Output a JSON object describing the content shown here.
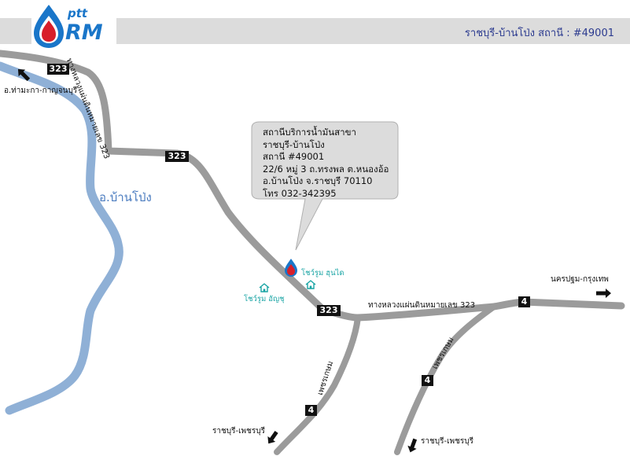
{
  "brand": {
    "logo_small": "ptt",
    "logo_large": "RM",
    "logo_color": "#1a76c9",
    "drop_color": "#d81e2a"
  },
  "header": {
    "station_title": "ราชบุรี-บ้านโป่ง สถานี : #49001"
  },
  "callout": {
    "line1": "สถานีบริการน้ำมันสาขา",
    "line2": "ราชบุรี-บ้านโป่ง",
    "line3": "สถานี #49001",
    "line4": "22/6 หมู่ 3  ถ.ทรงพล ต.หนองอ้อ",
    "line5": "อ.บ้านโป่ง  จ.ราชบุรี 70110",
    "line6": "โทร 032-342395"
  },
  "places": {
    "district": "อ.บ้านโป่ง",
    "tha_maka": "อ.ท่ามะกา-กาญจนบุรี",
    "nakhon_pathom": "นครปฐม-กรุงเทพ",
    "ratchaburi_1": "ราชบุรี-เพชรบุรี",
    "ratchaburi_2": "ราชบุรี-เพชรบุรี",
    "showroom_1": "โชว์รูม อัญชุ",
    "showroom_2": "โชว์รูม ฮุนได"
  },
  "roads": {
    "hwy323_top": "ทางหลวงแผ่นดินหมายเลข 323",
    "hwy323_mid": "ทางหลวงแผ่นดินหมายเลข 323",
    "phet_kasem_1": "เพชรเกษม",
    "phet_kasem_2": "เพชรเกษม"
  },
  "shields": {
    "s323_a": "323",
    "s323_b": "323",
    "s323_c": "323",
    "s4_a": "4",
    "s4_b": "4",
    "s4_c": "4"
  },
  "colors": {
    "road": "#9b9b9b",
    "river": "#8fb0d6",
    "header_bg": "#dcdcdc",
    "title_text": "#2b3a8f",
    "showroom": "#18a4a4"
  }
}
